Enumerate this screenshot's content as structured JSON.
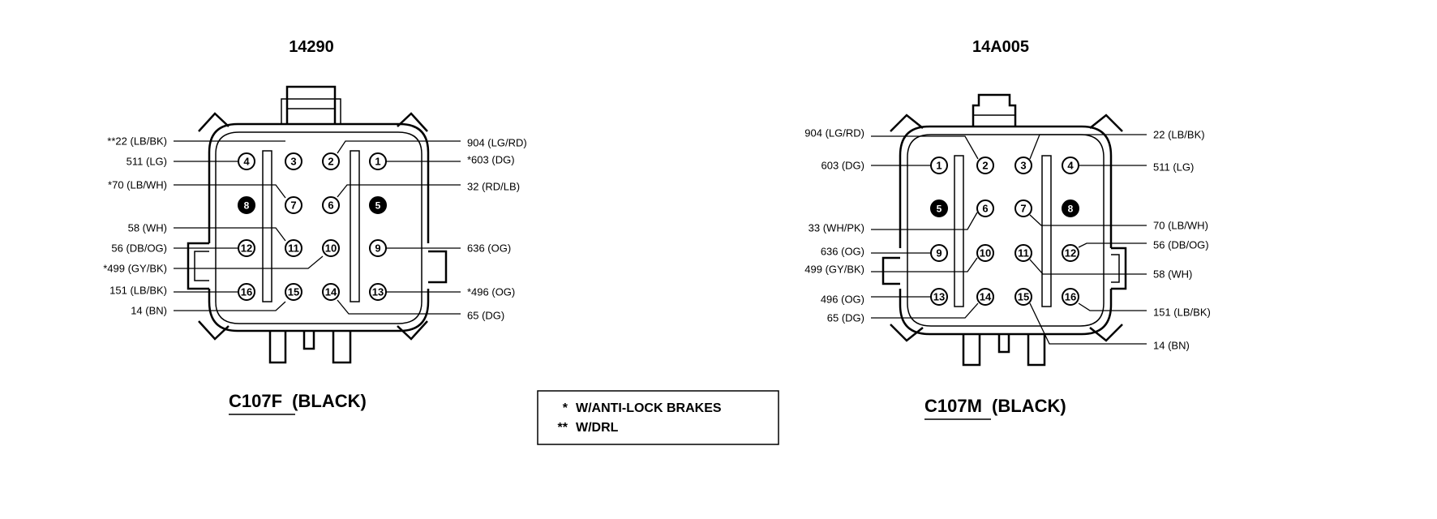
{
  "connectors": [
    {
      "part_number": "14290",
      "name_code": "C107F",
      "name_suffix": "(BLACK)",
      "pins": [
        {
          "n": "1"
        },
        {
          "n": "2"
        },
        {
          "n": "3"
        },
        {
          "n": "4"
        },
        {
          "n": "5",
          "plugged": true
        },
        {
          "n": "6"
        },
        {
          "n": "7"
        },
        {
          "n": "8",
          "plugged": true
        },
        {
          "n": "9"
        },
        {
          "n": "10"
        },
        {
          "n": "11"
        },
        {
          "n": "12"
        },
        {
          "n": "13"
        },
        {
          "n": "14"
        },
        {
          "n": "15"
        },
        {
          "n": "16"
        }
      ],
      "labels": {
        "p1": "*603 (DG)",
        "p2": "904 (LG/RD)",
        "p3": "**22 (LB/BK)",
        "p4": "511 (LG)",
        "p6": "32 (RD/LB)",
        "p7": "*70 (LB/WH)",
        "p9": "636 (OG)",
        "p10": "*499 (GY/BK)",
        "p11": "58 (WH)",
        "p12": "56 (DB/OG)",
        "p13": "*496 (OG)",
        "p14": "65 (DG)",
        "p15": "14 (BN)",
        "p16": "151 (LB/BK)"
      }
    },
    {
      "part_number": "14A005",
      "name_code": "C107M",
      "name_suffix": "(BLACK)",
      "pins": [
        {
          "n": "1"
        },
        {
          "n": "2"
        },
        {
          "n": "3"
        },
        {
          "n": "4"
        },
        {
          "n": "5",
          "plugged": true
        },
        {
          "n": "6"
        },
        {
          "n": "7"
        },
        {
          "n": "8",
          "plugged": true
        },
        {
          "n": "9"
        },
        {
          "n": "10"
        },
        {
          "n": "11"
        },
        {
          "n": "12"
        },
        {
          "n": "13"
        },
        {
          "n": "14"
        },
        {
          "n": "15"
        },
        {
          "n": "16"
        }
      ],
      "labels": {
        "p1": "603 (DG)",
        "p2": "904 (LG/RD)",
        "p3": "22 (LB/BK)",
        "p4": "511 (LG)",
        "p6": "33 (WH/PK)",
        "p7": "70 (LB/WH)",
        "p9": "636 (OG)",
        "p10": "499 (GY/BK)",
        "p11": "58 (WH)",
        "p12": "56 (DB/OG)",
        "p13": "496 (OG)",
        "p14": "65 (DG)",
        "p15": "14 (BN)",
        "p16": "151 (LB/BK)"
      }
    }
  ],
  "legend": [
    {
      "sym": "*",
      "text": "W/ANTI-LOCK BRAKES"
    },
    {
      "sym": "**",
      "text": "W/DRL"
    }
  ]
}
